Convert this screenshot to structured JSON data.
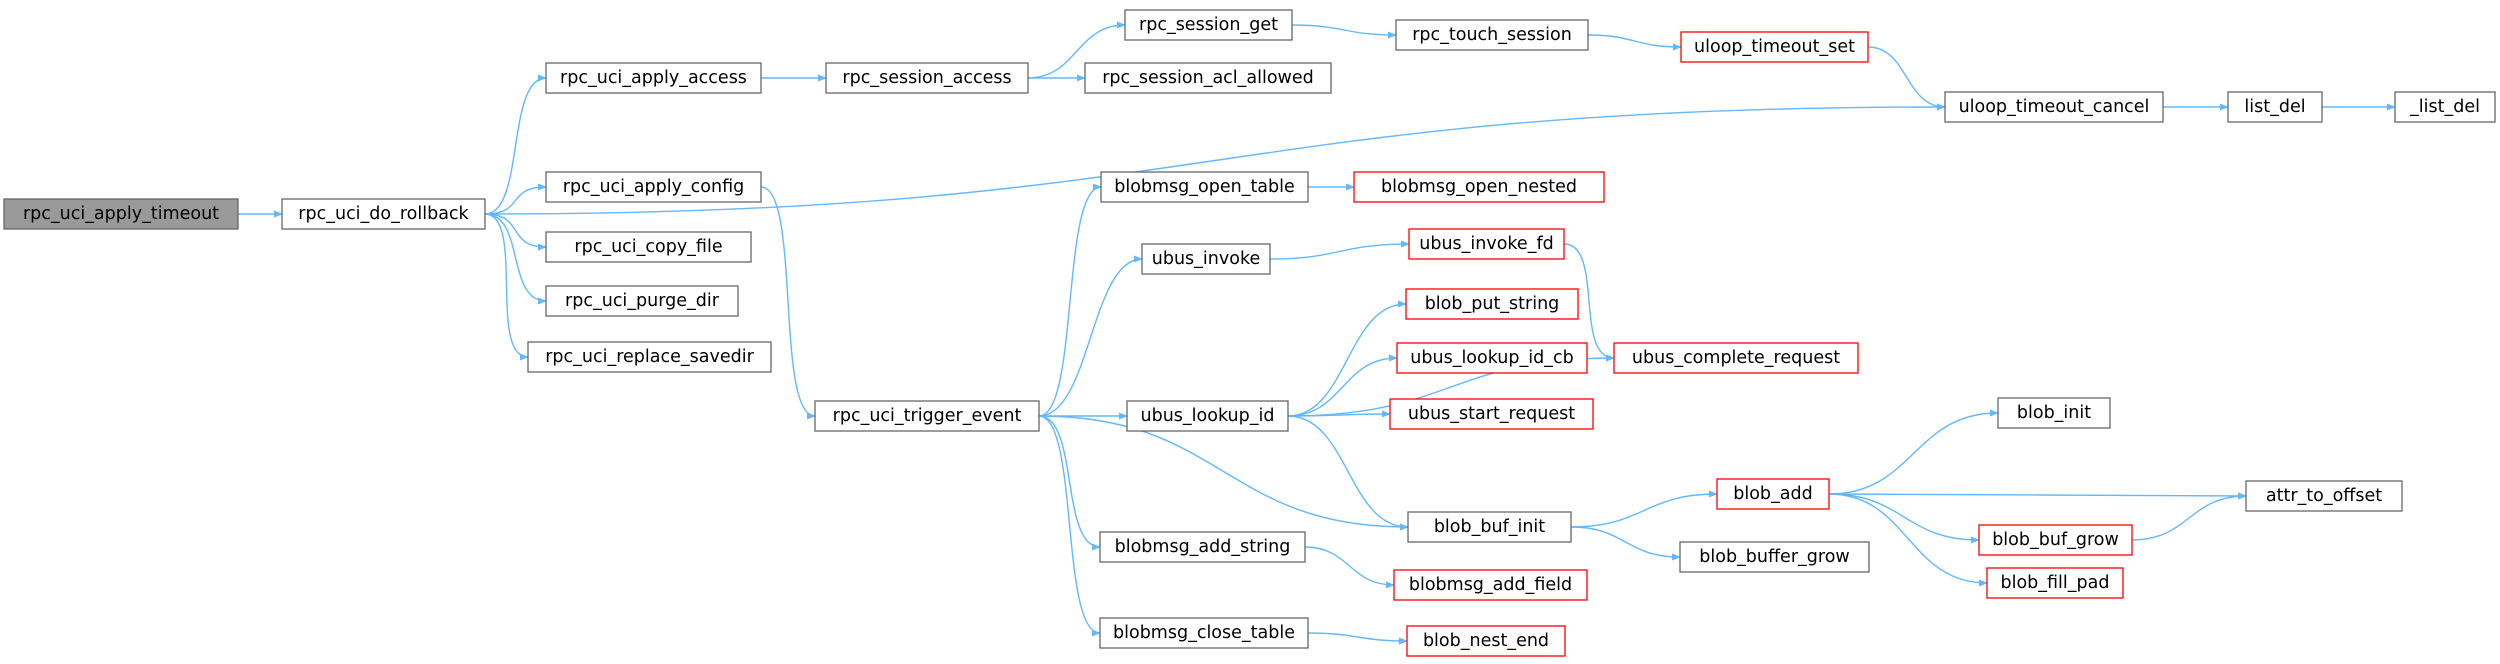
{
  "colors": {
    "edge": "#63b8ff",
    "node_border": "#666666",
    "node_fill": "#ffffff",
    "highlight_fill": "#999999",
    "truncated_border": "#ff0000"
  },
  "nodes": [
    {
      "id": "n0",
      "label": "rpc_uci_apply_timeout",
      "style": "highlight"
    },
    {
      "id": "n1",
      "label": "rpc_uci_do_rollback",
      "style": "normal"
    },
    {
      "id": "n2",
      "label": "rpc_uci_apply_access",
      "style": "normal"
    },
    {
      "id": "n3",
      "label": "rpc_uci_apply_config",
      "style": "normal"
    },
    {
      "id": "n4",
      "label": "rpc_uci_copy_file",
      "style": "normal"
    },
    {
      "id": "n5",
      "label": "rpc_uci_purge_dir",
      "style": "normal"
    },
    {
      "id": "n6",
      "label": "rpc_uci_replace_savedir",
      "style": "normal"
    },
    {
      "id": "n7",
      "label": "rpc_session_access",
      "style": "normal"
    },
    {
      "id": "n8",
      "label": "rpc_session_get",
      "style": "normal"
    },
    {
      "id": "n9",
      "label": "rpc_session_acl_allowed",
      "style": "normal"
    },
    {
      "id": "n10",
      "label": "rpc_touch_session",
      "style": "normal"
    },
    {
      "id": "n11",
      "label": "uloop_timeout_set",
      "style": "truncated"
    },
    {
      "id": "n12",
      "label": "uloop_timeout_cancel",
      "style": "normal"
    },
    {
      "id": "n13",
      "label": "list_del",
      "style": "normal"
    },
    {
      "id": "n14",
      "label": "_list_del",
      "style": "normal"
    },
    {
      "id": "n15",
      "label": "rpc_uci_trigger_event",
      "style": "normal"
    },
    {
      "id": "n16",
      "label": "blobmsg_open_table",
      "style": "normal"
    },
    {
      "id": "n17",
      "label": "blobmsg_open_nested",
      "style": "truncated"
    },
    {
      "id": "n18",
      "label": "ubus_invoke",
      "style": "normal"
    },
    {
      "id": "n19",
      "label": "ubus_invoke_fd",
      "style": "truncated"
    },
    {
      "id": "n20",
      "label": "ubus_lookup_id",
      "style": "normal"
    },
    {
      "id": "n21",
      "label": "blob_put_string",
      "style": "truncated"
    },
    {
      "id": "n22",
      "label": "ubus_lookup_id_cb",
      "style": "truncated"
    },
    {
      "id": "n23",
      "label": "ubus_start_request",
      "style": "truncated"
    },
    {
      "id": "n24",
      "label": "ubus_complete_request",
      "style": "truncated"
    },
    {
      "id": "n25",
      "label": "blob_buf_init",
      "style": "normal"
    },
    {
      "id": "n26",
      "label": "blob_add",
      "style": "truncated"
    },
    {
      "id": "n27",
      "label": "blob_buffer_grow",
      "style": "normal"
    },
    {
      "id": "n28",
      "label": "blob_init",
      "style": "normal"
    },
    {
      "id": "n29",
      "label": "attr_to_offset",
      "style": "normal"
    },
    {
      "id": "n30",
      "label": "blob_buf_grow",
      "style": "truncated"
    },
    {
      "id": "n31",
      "label": "blob_fill_pad",
      "style": "truncated"
    },
    {
      "id": "n32",
      "label": "blobmsg_add_string",
      "style": "normal"
    },
    {
      "id": "n33",
      "label": "blobmsg_add_field",
      "style": "truncated"
    },
    {
      "id": "n34",
      "label": "blobmsg_close_table",
      "style": "normal"
    },
    {
      "id": "n35",
      "label": "blob_nest_end",
      "style": "truncated"
    }
  ],
  "edges": [
    [
      "n0",
      "n1"
    ],
    [
      "n1",
      "n2"
    ],
    [
      "n1",
      "n12"
    ],
    [
      "n1",
      "n3"
    ],
    [
      "n1",
      "n4"
    ],
    [
      "n1",
      "n5"
    ],
    [
      "n1",
      "n6"
    ],
    [
      "n2",
      "n7"
    ],
    [
      "n7",
      "n8"
    ],
    [
      "n7",
      "n9"
    ],
    [
      "n8",
      "n10"
    ],
    [
      "n10",
      "n11"
    ],
    [
      "n11",
      "n12"
    ],
    [
      "n12",
      "n13"
    ],
    [
      "n13",
      "n14"
    ],
    [
      "n3",
      "n15"
    ],
    [
      "n15",
      "n16"
    ],
    [
      "n16",
      "n17"
    ],
    [
      "n15",
      "n18"
    ],
    [
      "n18",
      "n19"
    ],
    [
      "n19",
      "n24"
    ],
    [
      "n15",
      "n20"
    ],
    [
      "n20",
      "n21"
    ],
    [
      "n20",
      "n22"
    ],
    [
      "n20",
      "n23"
    ],
    [
      "n20",
      "n24"
    ],
    [
      "n20",
      "n25"
    ],
    [
      "n15",
      "n25"
    ],
    [
      "n25",
      "n26"
    ],
    [
      "n25",
      "n27"
    ],
    [
      "n26",
      "n28"
    ],
    [
      "n26",
      "n29"
    ],
    [
      "n26",
      "n30"
    ],
    [
      "n26",
      "n31"
    ],
    [
      "n30",
      "n29"
    ],
    [
      "n15",
      "n32"
    ],
    [
      "n32",
      "n33"
    ],
    [
      "n15",
      "n34"
    ],
    [
      "n34",
      "n35"
    ]
  ]
}
